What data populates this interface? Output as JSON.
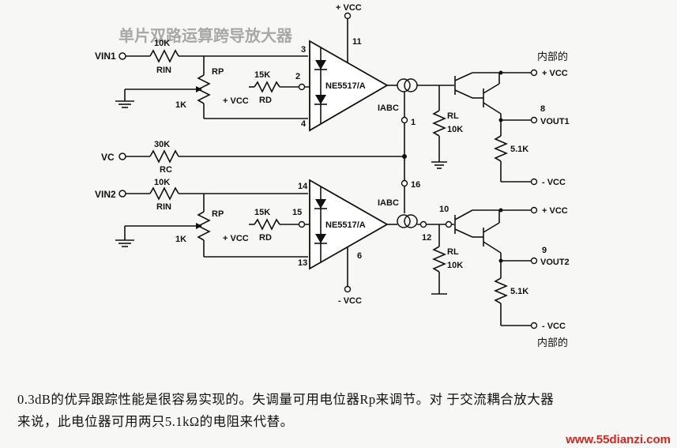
{
  "title_faded": "单片双路运算跨导放大器",
  "supply_top": "+ VCC",
  "supply_bottom": "- VCC",
  "inner_top": "内部的",
  "inner_bottom": "内部的",
  "top_amp": {
    "input": "VIN1",
    "r_in_value": "10K",
    "r_in_name": "RIN",
    "pot_name": "RP",
    "pot_value": "1K",
    "rd_value": "15K",
    "rd_name": "RD",
    "rd_supply": "+ VCC",
    "pins": [
      "3",
      "2",
      "4",
      "11",
      "1"
    ],
    "chip": "NE5517/A",
    "iabc": "IABC",
    "rl_name": "RL",
    "rl_value": "10K",
    "out_pin": "8",
    "output": "VOUT1",
    "r_emitter": "5.1K",
    "vcc_plus": "+ VCC",
    "vcc_minus": "- VCC"
  },
  "control": {
    "input": "VC",
    "rc_value": "30K",
    "rc_name": "RC"
  },
  "bottom_amp": {
    "input": "VIN2",
    "r_in_value": "10K",
    "r_in_name": "RIN",
    "pot_name": "RP",
    "pot_value": "1K",
    "rd_value": "15K",
    "rd_name": "RD",
    "rd_supply": "+ VCC",
    "pins": [
      "14",
      "15",
      "13",
      "6",
      "16",
      "12",
      "10"
    ],
    "chip": "NE5517/A",
    "iabc": "IABC",
    "rl_name": "RL",
    "rl_value": "10K",
    "out_pin": "9",
    "output": "VOUT2",
    "r_emitter": "5.1K",
    "vcc_plus": "+ VCC",
    "vcc_minus": "- VCC"
  },
  "caption_line1": "0.3dB的优异跟踪性能是很容易实现的。失调量可用电位器Rp来调节。对 于交流耦合放大器",
  "caption_line2": "来说，此电位器可用两只5.1kΩ的电阻来代替。",
  "watermark": "www.55dianzi.com"
}
